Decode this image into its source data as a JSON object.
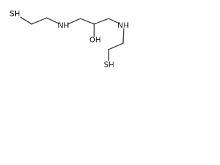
{
  "molecule": {
    "labels": {
      "sh_top": "SH",
      "nh_left": "NH",
      "oh": "OH",
      "nh_right": "NH",
      "sh_bottom": "SH"
    }
  },
  "colors": {
    "bond": "#3a3a3a",
    "label": "#111111",
    "background": "#ffffff"
  }
}
